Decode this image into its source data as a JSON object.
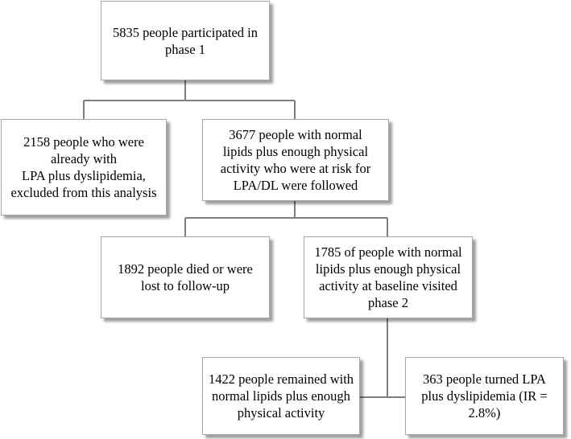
{
  "boxes": {
    "phase1": "5835 people participated in\nphase 1",
    "excluded": "2158 people who were\nalready with\nLPA plus dyslipidemia,\nexcluded from this analysis",
    "followed": "3677 people with normal\nlipids plus enough physical\nactivity who were at risk for\nLPA/DL were followed",
    "lost": "1892 people died or were\nlost to follow-up",
    "visited": "1785 of people with normal\nlipids plus enough physical\nactivity at baseline visited\nphase 2",
    "remained": "1422 people remained with\nnormal lipids plus enough\nphysical activity",
    "turned": "363 people turned LPA\nplus dyslipidemia (IR =\n2.8%)"
  }
}
